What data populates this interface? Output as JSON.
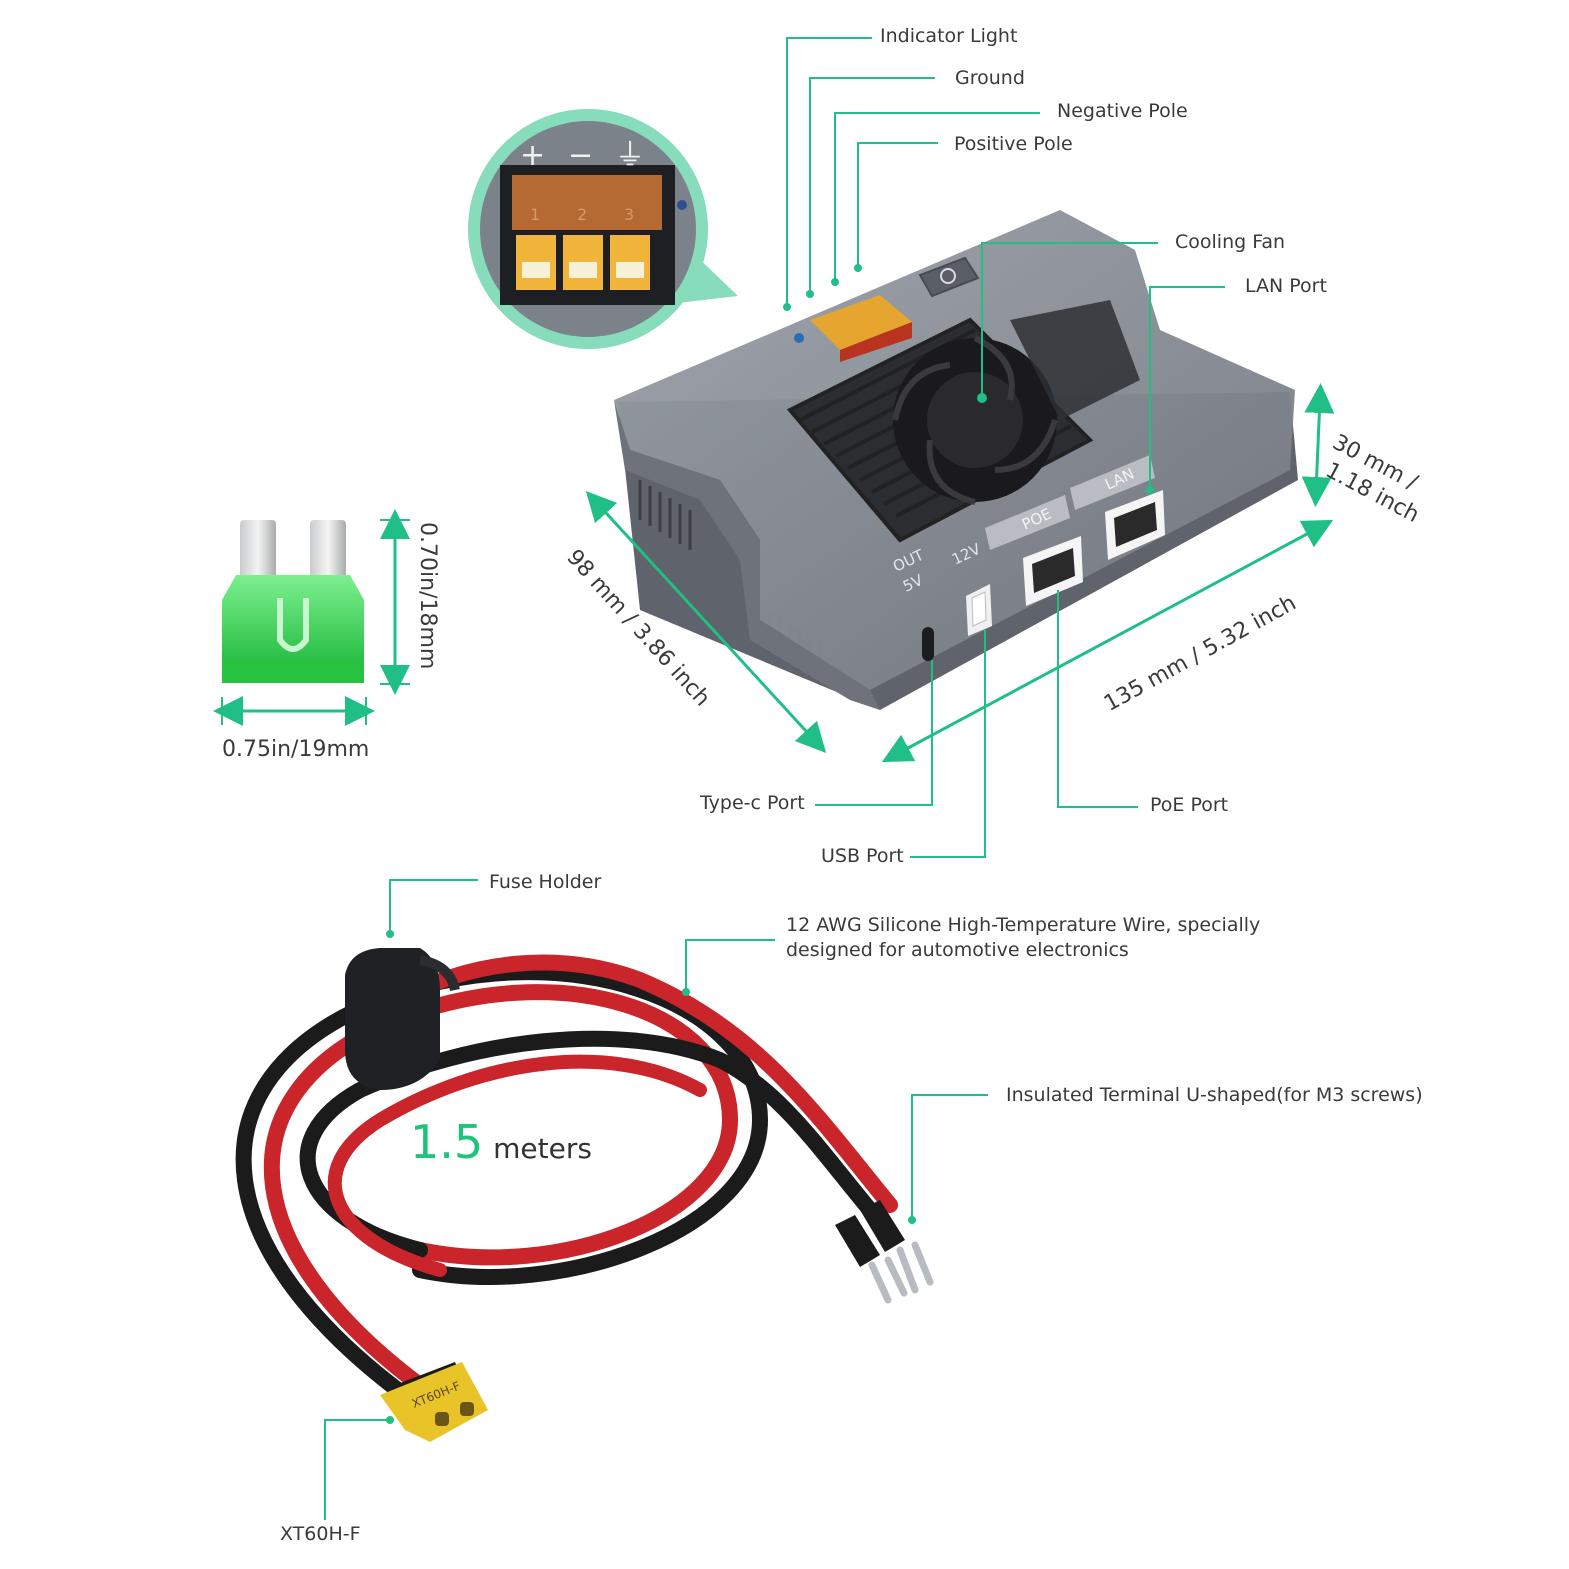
{
  "colors": {
    "accent": "#1fc47c",
    "leader": "#1fbf85",
    "text": "#3a3a3a"
  },
  "labels": {
    "indicator_light": "Indicator Light",
    "ground": "Ground",
    "negative_pole": "Negative Pole",
    "positive_pole": "Positive Pole",
    "cooling_fan": "Cooling Fan",
    "lan_port": "LAN Port",
    "type_c_port": "Type-c Port",
    "usb_port": "USB Port",
    "poe_port": "PoE Port",
    "fuse_holder": "Fuse Holder",
    "wire_line1": "12 AWG Silicone High-Temperature Wire, specially",
    "wire_line2": "designed for automotive electronics",
    "terminal": "Insulated Terminal U-shaped(for M3 screws)",
    "connector": "XT60H-F"
  },
  "dimensions": {
    "height": "30 mm /",
    "height_in": "1.18 inch",
    "depth": "98 mm / 3.86 inch",
    "width": "135 mm / 5.32 inch",
    "fuse_height": "0.70in/18mm",
    "fuse_width": "0.75in/19mm"
  },
  "cable_length": {
    "value": "1.5",
    "unit": "meters"
  },
  "device_print": {
    "lan": "LAN",
    "poe": "POE",
    "out": "OUT",
    "v5": "5V",
    "v12": "12V",
    "terminal_numbers": [
      "1",
      "2",
      "3"
    ],
    "terminal_symbols": [
      "+",
      "−",
      "⏚"
    ],
    "connector_print": "XT60H-F"
  }
}
